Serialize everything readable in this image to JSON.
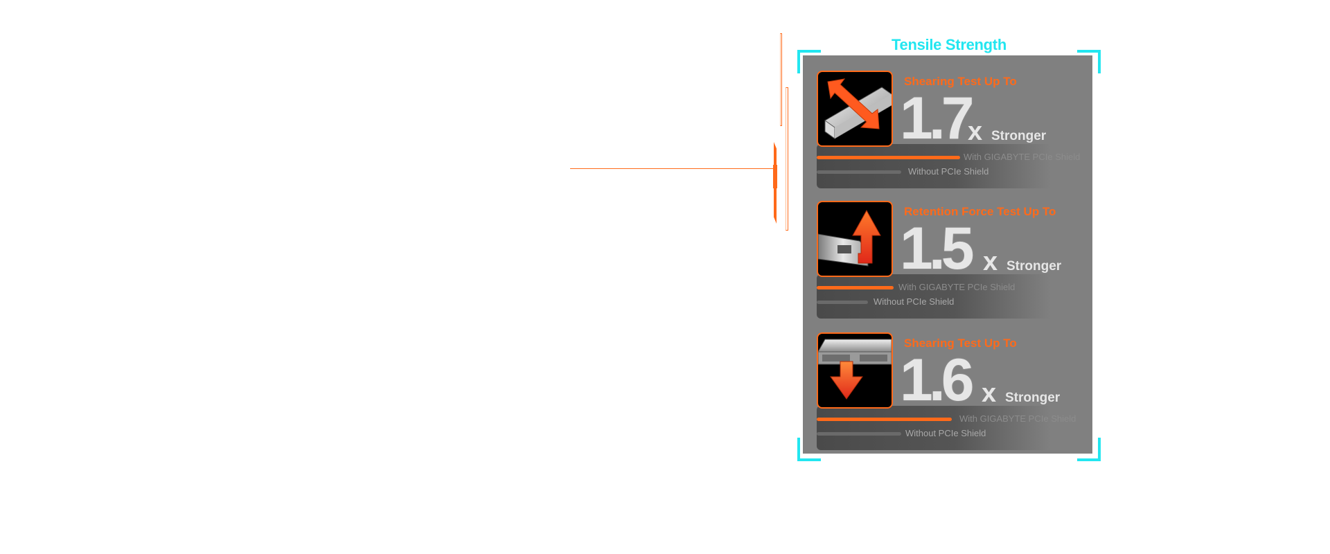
{
  "title": "Tensile Strength",
  "colors": {
    "accent": "#ff6a1a",
    "frame": "#22e6f0",
    "panel": "#808080"
  },
  "cards": [
    {
      "heading": "Shearing Test Up To",
      "value": "1.7",
      "multiplier": "x",
      "suffix": "Stronger",
      "icon": "slide-shear-icon",
      "with_label": "With GIGABYTE PCIe Shield",
      "without_label": "Without PCIe Shield",
      "with_ratio": 1.7,
      "without_ratio": 1.0
    },
    {
      "heading": "Retention Force Test Up To",
      "value": "1.5",
      "multiplier": "x",
      "suffix": "Stronger",
      "icon": "pull-up-icon",
      "with_label": "With GIGABYTE PCIe Shield",
      "without_label": "Without PCIe Shield",
      "with_ratio": 1.5,
      "without_ratio": 1.0
    },
    {
      "heading": "Shearing Test Up To",
      "value": "1.6",
      "multiplier": "x",
      "suffix": "Stronger",
      "icon": "press-down-icon",
      "with_label": "With GIGABYTE PCIe Shield",
      "without_label": "Without PCIe Shield",
      "with_ratio": 1.6,
      "without_ratio": 1.0
    }
  ]
}
